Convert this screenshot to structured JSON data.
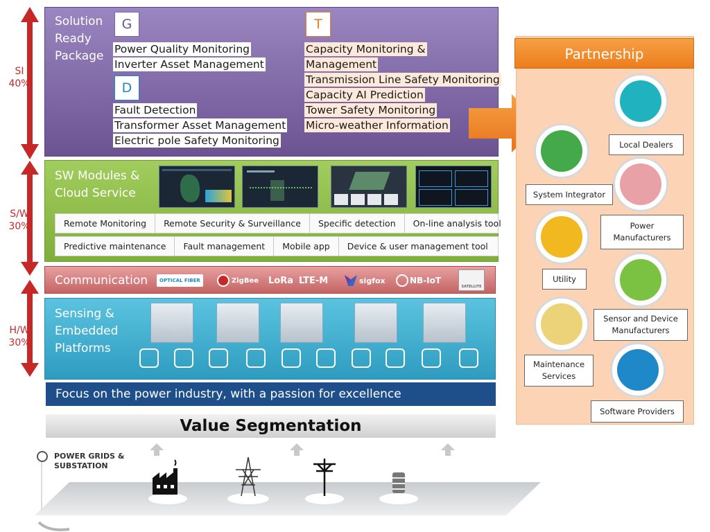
{
  "side_labels": {
    "si": {
      "name": "SI",
      "pct": "40%"
    },
    "sw": {
      "name": "S/W",
      "pct": "30%"
    },
    "hw": {
      "name": "H/W",
      "pct": "30%"
    }
  },
  "solution": {
    "title_lines": [
      "Solution",
      "Ready",
      "Package"
    ],
    "groups": [
      {
        "letter": "G",
        "items": [
          "Power Quality Monitoring",
          "Inverter Asset Management"
        ]
      },
      {
        "letter": "D",
        "items": [
          "Fault Detection",
          "Transformer Asset Management",
          "Electric pole Safety Monitoring"
        ]
      },
      {
        "letter": "T",
        "items": [
          "Capacity Monitoring &",
          "Management",
          "Transmission Line Safety Monitoring",
          "Capacity AI Prediction",
          "Tower Safety Monitoring",
          "Micro-weather Information"
        ]
      }
    ]
  },
  "sw": {
    "title_lines": [
      "SW Modules &",
      "Cloud Service"
    ],
    "row1": [
      "Remote Monitoring",
      "Remote Security & Surveillance",
      "Specific detection",
      "On-line analysis tool"
    ],
    "row2": [
      "Predictive maintenance",
      "Fault management",
      "Mobile app",
      "Device & user management tool"
    ]
  },
  "communication": {
    "title": "Communication",
    "logos": [
      "OPTICAL FIBER",
      "ZigBee",
      "LoRa",
      "LTE-M",
      "sigfox",
      "NB-IoT",
      "SATELLITE"
    ]
  },
  "sensing": {
    "title_lines": [
      "Sensing &",
      "Embedded",
      "Platforms"
    ]
  },
  "focus": "Focus on the power industry, with a passion for excellence",
  "value": "Value Segmentation",
  "partnership": {
    "title": "Partnership",
    "labels": {
      "local_dealers": "Local Dealers",
      "system_integrator": "System Integrator",
      "power_manufacturers": [
        "Power",
        "Manufacturers"
      ],
      "utility": "Utility",
      "sensor_device": [
        "Sensor and Device",
        "Manufacturers"
      ],
      "maintenance": [
        "Maintenance",
        "Services"
      ],
      "software": "Software Providers"
    }
  },
  "power_grids": [
    "POWER GRIDS &",
    "SUBSTATION"
  ],
  "colors": {
    "solution": "#7c62a8",
    "sw": "#8cbe46",
    "comm": "#d07070",
    "sensing": "#3aabcf",
    "focus": "#1f4f8a",
    "partner_bg": "#fcd3b4",
    "partner_title": "#ed7d1c",
    "arrows": "#c62828"
  }
}
